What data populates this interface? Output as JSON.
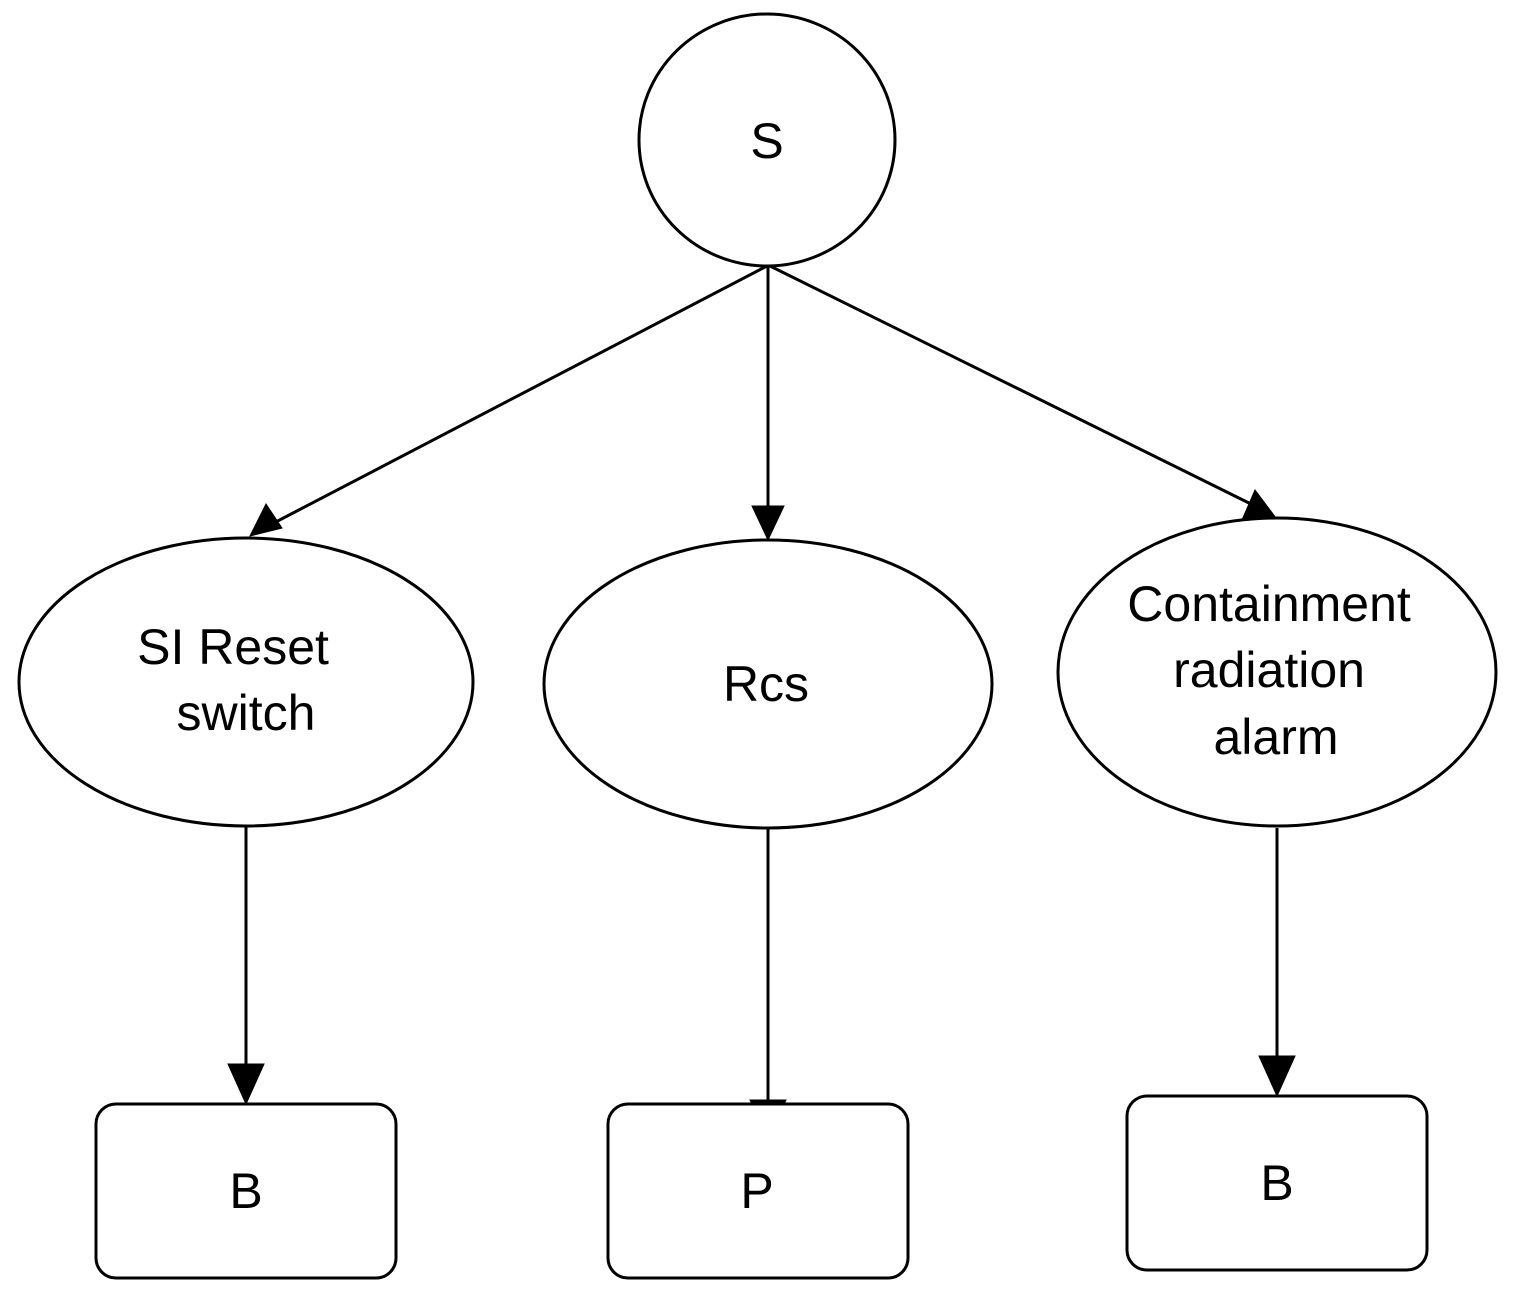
{
  "diagram": {
    "root": {
      "label": "S"
    },
    "middle": [
      {
        "lines": [
          "SI Reset",
          "switch"
        ]
      },
      {
        "lines": [
          "Rcs"
        ]
      },
      {
        "lines": [
          "Containment",
          "radiation",
          "alarm"
        ]
      }
    ],
    "leaves": [
      {
        "label": "B"
      },
      {
        "label": "P"
      },
      {
        "label": "B"
      }
    ]
  }
}
